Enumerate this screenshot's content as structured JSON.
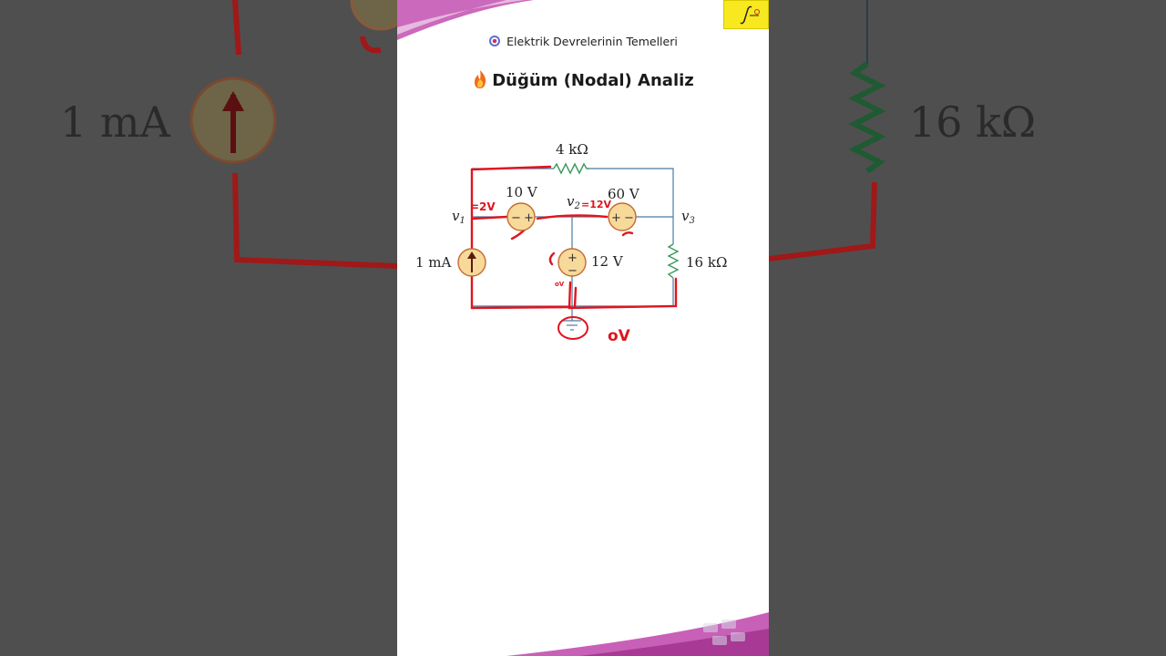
{
  "header": {
    "course_title": "Elektrik Devrelerinin Temelleri",
    "course_icon": "target-icon",
    "topic_title": "Düğüm (Nodal) Analiz",
    "topic_icon": "fire-icon"
  },
  "circuit": {
    "resistor_top": "4 kΩ",
    "resistor_right": "16 kΩ",
    "source_10v": "10 V",
    "source_60v": "60 V",
    "source_12v": "12 V",
    "current_source": "1 mA",
    "node_v1": "v",
    "node_v1_sub": "1",
    "node_v2": "v",
    "node_v2_sub": "2",
    "node_v3": "v",
    "node_v3_sub": "3",
    "plus": "+",
    "minus": "−"
  },
  "annotations": {
    "v1_value": "=2V",
    "v2_value": "=12V",
    "ground_value": "oV",
    "small_zero": "oV"
  },
  "background_zoom": {
    "current_label": "1 mA",
    "resistor_label": "16 kΩ"
  },
  "colors": {
    "wire": "#4a7ba0",
    "resistor": "#3a9a5a",
    "source_fill": "#f7d99a",
    "source_stroke": "#c46b30",
    "annotation": "#e0141e",
    "logo": "#f7e81f"
  }
}
